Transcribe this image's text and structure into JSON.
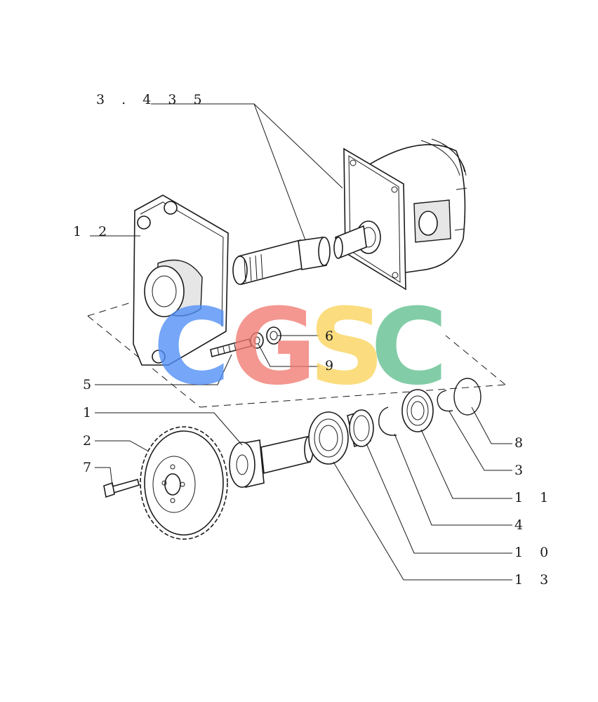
{
  "callouts": {
    "ref": "3 . 4 3 5",
    "c12": "1 2",
    "c6": "6",
    "c9": "9",
    "c5": "5",
    "c1": "1",
    "c2": "2",
    "c7": "7",
    "c8": "8",
    "c3": "3",
    "c11": "1 1",
    "c4": "4",
    "c10": "1 0",
    "c13": "1 3"
  },
  "watermark": {
    "letters": [
      "C",
      "G",
      "S",
      "C"
    ],
    "colors": [
      "#4f8ef7",
      "#f07a72",
      "#fbd45c",
      "#5fbf8f"
    ]
  }
}
